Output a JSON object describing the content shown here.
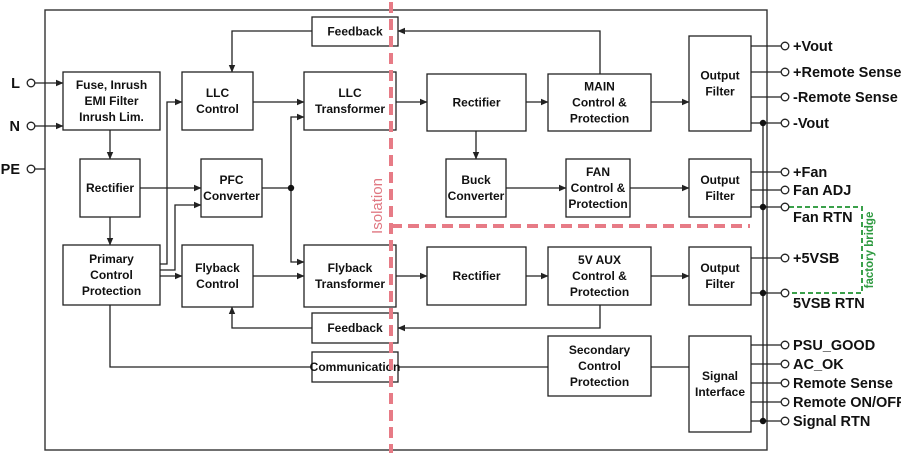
{
  "blocks": {
    "fuse": [
      "Fuse, Inrush",
      "EMI Filter",
      "Inrush Lim."
    ],
    "llc_control": [
      "LLC",
      "Control"
    ],
    "llc_transformer": [
      "LLC",
      "Transformer"
    ],
    "feedback_top": [
      "Feedback"
    ],
    "rectifier_main": [
      "Rectifier"
    ],
    "main_control": [
      "MAIN",
      "Control &",
      "Protection"
    ],
    "output_filter_main": [
      "Output",
      "Filter"
    ],
    "rectifier_primary": [
      "Rectifier"
    ],
    "pfc": [
      "PFC",
      "Converter"
    ],
    "buck": [
      "Buck",
      "Converter"
    ],
    "fan_control": [
      "FAN",
      "Control &",
      "Protection"
    ],
    "output_filter_fan": [
      "Output",
      "Filter"
    ],
    "primary_control": [
      "Primary",
      "Control",
      "Protection"
    ],
    "flyback_control": [
      "Flyback",
      "Control"
    ],
    "flyback_transformer": [
      "Flyback",
      "Transformer"
    ],
    "rectifier_aux": [
      "Rectifier"
    ],
    "aux_control": [
      "5V AUX",
      "Control &",
      "Protection"
    ],
    "output_filter_aux": [
      "Output",
      "Filter"
    ],
    "feedback_bottom": [
      "Feedback"
    ],
    "communication": [
      "Communication"
    ],
    "secondary_control": [
      "Secondary",
      "Control",
      "Protection"
    ],
    "signal_interface": [
      "Signal",
      "Interface"
    ]
  },
  "inputs": {
    "l": "L",
    "n": "N",
    "pe": "PE"
  },
  "outputs": {
    "vout_pos": "+Vout",
    "remote_sense_pos": "+Remote Sense",
    "remote_sense_neg": "-Remote Sense",
    "vout_neg": "-Vout",
    "fan_pos": "+Fan",
    "fan_adj": "Fan ADJ",
    "fan_rtn": "Fan RTN",
    "vsb_pos": "+5VSB",
    "vsb_rtn": "5VSB RTN",
    "psu_good": "PSU_GOOD",
    "ac_ok": "AC_OK",
    "remote_sense": "Remote Sense",
    "remote_onoff": "Remote ON/OFF",
    "signal_rtn": "Signal RTN"
  },
  "labels": {
    "isolation": "Isolation",
    "factory_bridge": "factory bridge"
  },
  "colors": {
    "isolation": "#e77b86",
    "factory_bridge": "#3aa04a",
    "line": "#222222"
  }
}
